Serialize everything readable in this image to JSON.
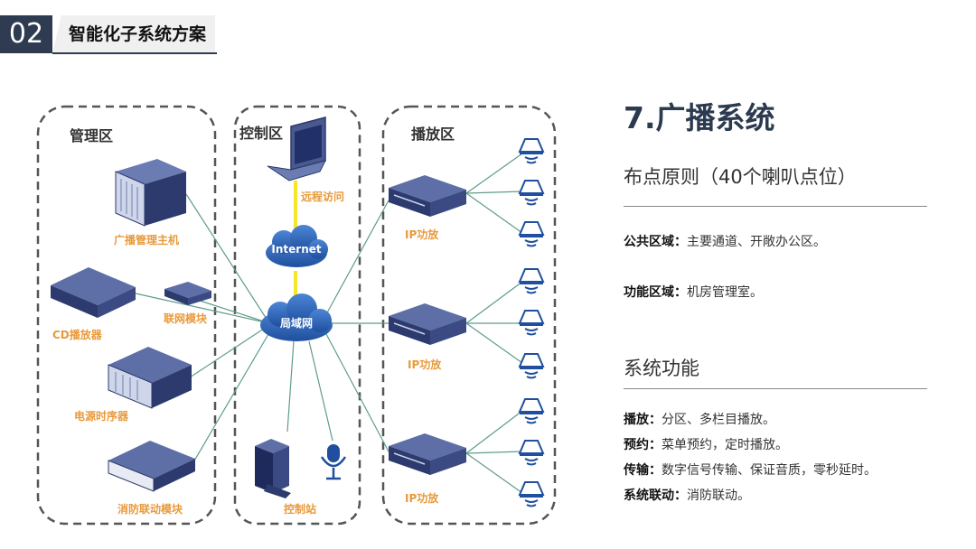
{
  "header": {
    "number": "02",
    "title": "智能化子系统方案"
  },
  "diagram": {
    "zones": [
      {
        "name": "管理区"
      },
      {
        "name": "控制区"
      },
      {
        "name": "播放区"
      }
    ],
    "devices": {
      "broadcast_host": "广播管理主机",
      "cd_player": "CD播放器",
      "network_module": "联网模块",
      "power_sequencer": "电源时序器",
      "fire_module": "消防联动模块",
      "remote_access": "远程访问",
      "internet": "Internet",
      "lan": "局域网",
      "control_station": "控制站",
      "ip_amp_1": "IP功放",
      "ip_amp_2": "IP功放",
      "ip_amp_3": "IP功放"
    },
    "colors": {
      "zone_border": "#555555",
      "device_label": "#e89a3c",
      "link": "#5f9c8c",
      "internet_link": "#f5e62a",
      "cloud": "#2f63b8"
    }
  },
  "panel": {
    "title": "7.广播系统",
    "layout_heading": "布点原则（40个喇叭点位）",
    "areas": [
      {
        "key": "公共区域：",
        "value": "主要通道、开敞办公区。"
      },
      {
        "key": "功能区域：",
        "value": "机房管理室。"
      }
    ],
    "functions_heading": "系统功能",
    "functions": [
      {
        "key": "播放：",
        "value": "分区、多栏目播放。"
      },
      {
        "key": "预约：",
        "value": "菜单预约，定时播放。"
      },
      {
        "key": "传输：",
        "value": "数字信号传输、保证音质，零秒延时。"
      },
      {
        "key": "系统联动：",
        "value": "消防联动。"
      }
    ]
  }
}
